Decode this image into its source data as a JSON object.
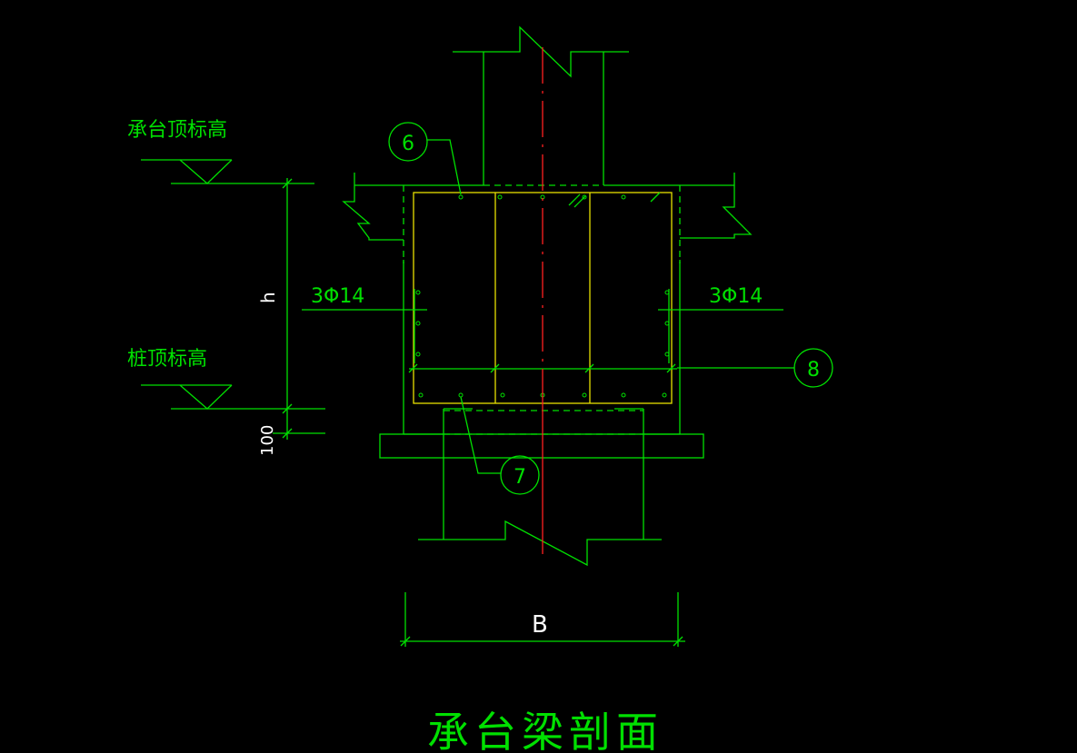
{
  "labels": {
    "cap_top_elevation": "承台顶标高",
    "pile_top_elevation": "桩顶标高",
    "dim_h": "h",
    "dim_100": "100",
    "dim_B": "B",
    "rebar_left": "3Φ14",
    "rebar_right": "3Φ14",
    "callout_6": "6",
    "callout_7": "7",
    "callout_8": "8",
    "title": "承台梁剖面"
  },
  "colors": {
    "line": "#00e000",
    "rebar": "#e8e000",
    "axis": "#ff2020",
    "dimension_text": "#ffffff"
  }
}
